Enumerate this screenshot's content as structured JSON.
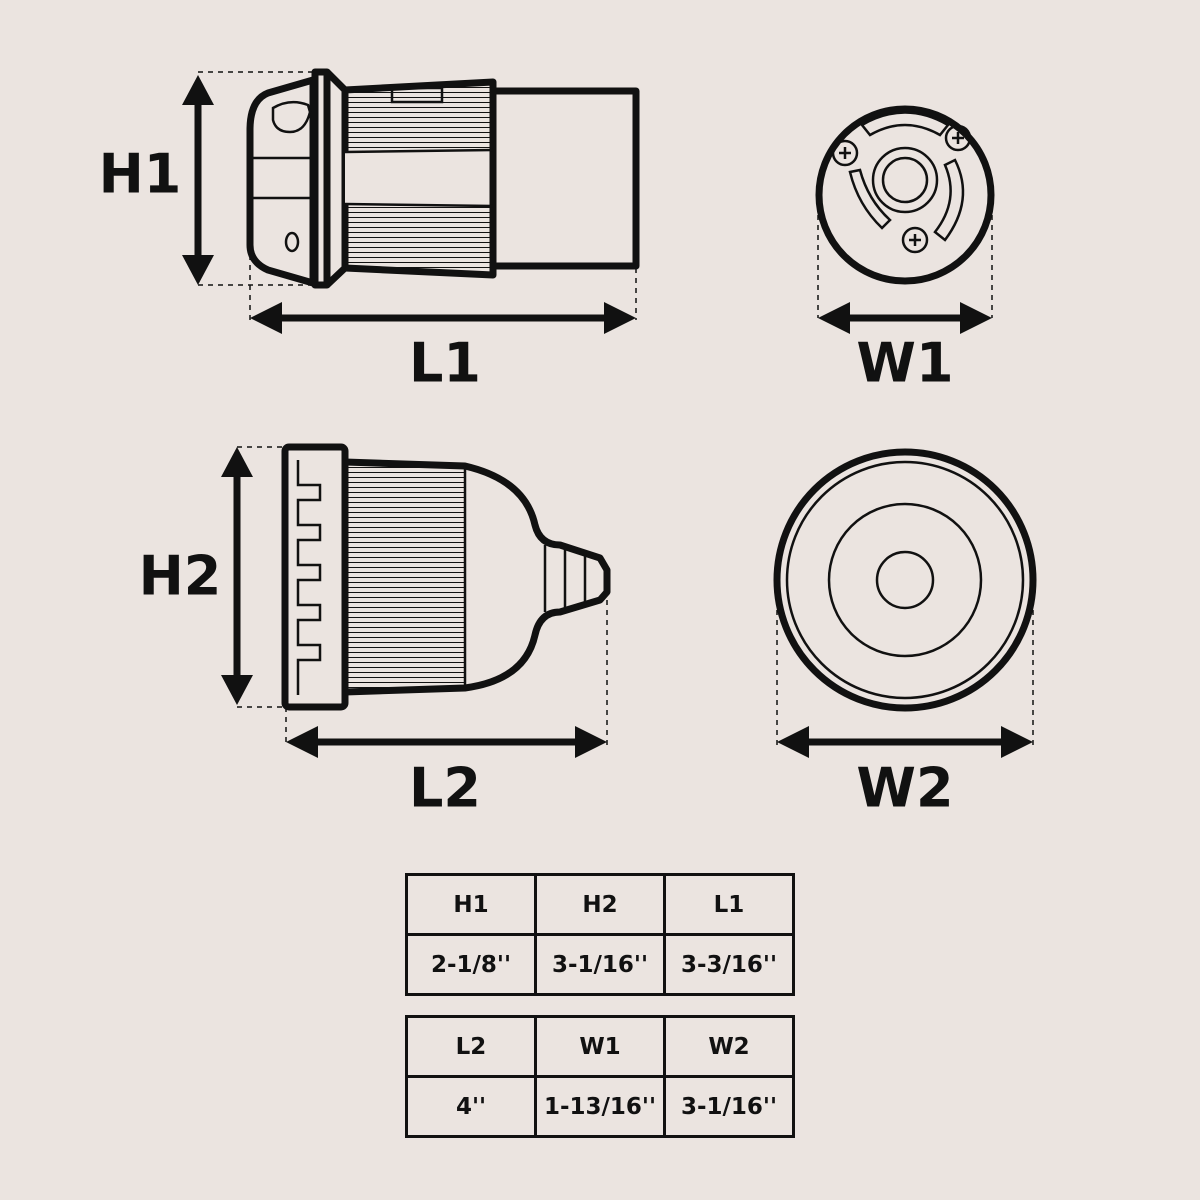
{
  "labels": {
    "h1": "H1",
    "l1": "L1",
    "w1": "W1",
    "h2": "H2",
    "l2": "L2",
    "w2": "W2"
  },
  "tables": [
    {
      "headers": [
        "H1",
        "H2",
        "L1"
      ],
      "values": [
        "2-1/8''",
        "3-1/16''",
        "3-3/16''"
      ]
    },
    {
      "headers": [
        "L2",
        "W1",
        "W2"
      ],
      "values": [
        "4''",
        "1-13/16''",
        "3-1/16''"
      ]
    }
  ],
  "colors": {
    "background": "#ebe4e0",
    "ink": "#111111"
  }
}
